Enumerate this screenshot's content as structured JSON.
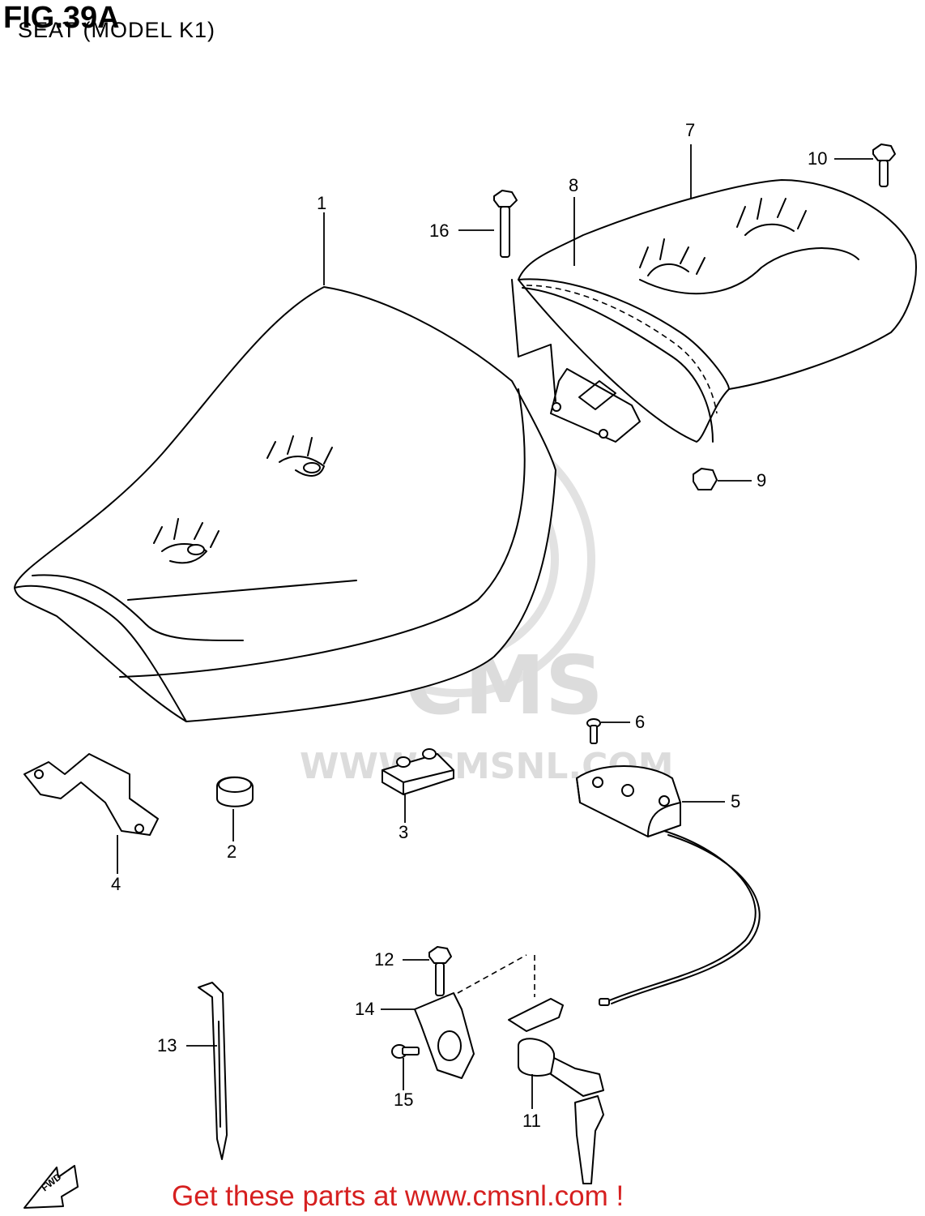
{
  "figure": {
    "title": "FIG.39A",
    "subtitle": "SEAT (MODEL K1)"
  },
  "watermark": {
    "brand": "CMS",
    "url": "WWW.CMSNL.COM"
  },
  "parts": [
    {
      "number": "1"
    },
    {
      "number": "2"
    },
    {
      "number": "3"
    },
    {
      "number": "4"
    },
    {
      "number": "5"
    },
    {
      "number": "6"
    },
    {
      "number": "7"
    },
    {
      "number": "8"
    },
    {
      "number": "9"
    },
    {
      "number": "10"
    },
    {
      "number": "11"
    },
    {
      "number": "12"
    },
    {
      "number": "13"
    },
    {
      "number": "14"
    },
    {
      "number": "15"
    },
    {
      "number": "16"
    }
  ],
  "fwd_marker": "FWD",
  "footer": {
    "text": "Get these parts at www.cmsnl.com !"
  },
  "colors": {
    "line": "#000000",
    "footer": "#d62020",
    "watermark": "#dcdcdc"
  }
}
